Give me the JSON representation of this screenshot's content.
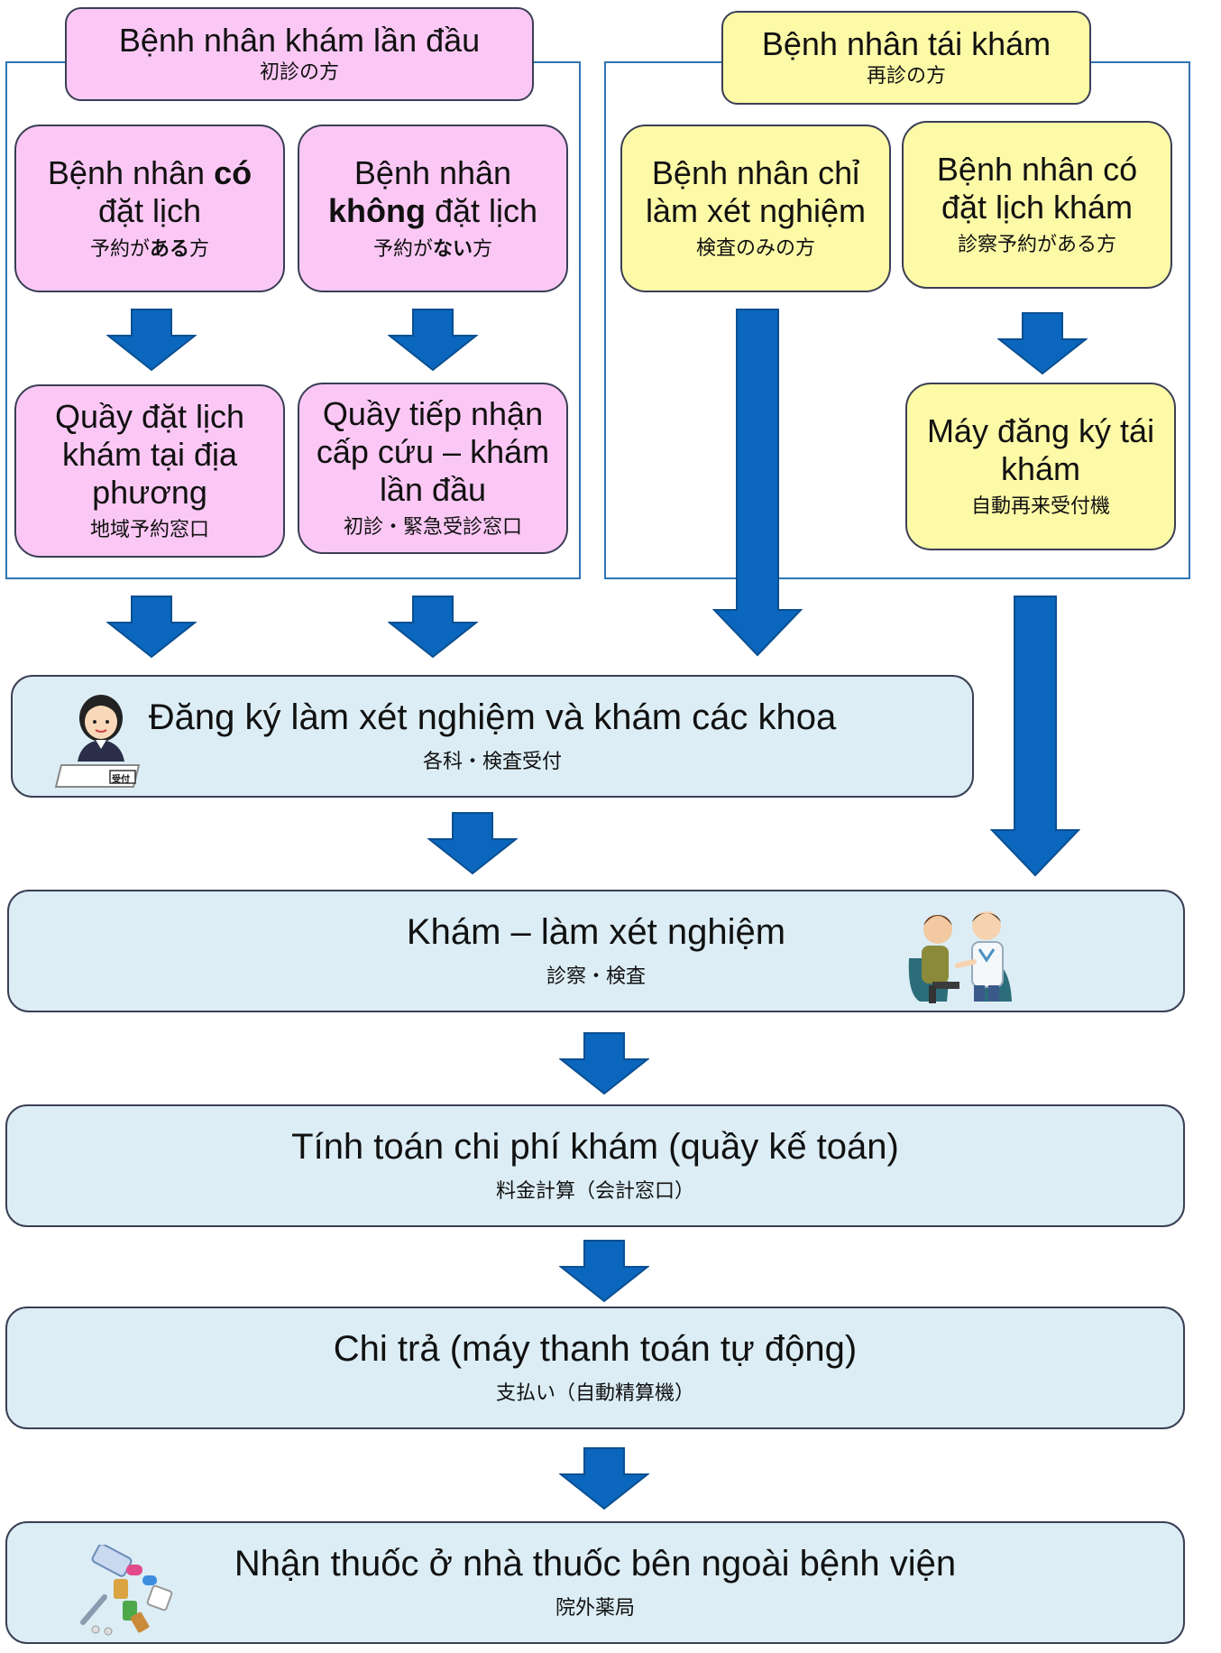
{
  "first_visit": {
    "title_vi": "Bệnh nhân khám lần đầu",
    "title_ja": "初診の方",
    "with_booking": {
      "pre": "Bệnh nhân ",
      "bold": "có",
      "post": " đặt lịch",
      "ja_pre": "予約が",
      "ja_bold": "ある",
      "ja_post": "方"
    },
    "without_booking": {
      "pre": "Bệnh nhân ",
      "bold": "không",
      "post": " đặt lịch",
      "ja_pre": "予約が",
      "ja_bold": "ない",
      "ja_post": "方"
    },
    "local_booking_desk": {
      "vi": "Quầy đặt lịch khám tại địa phương",
      "ja": "地域予約窓口"
    },
    "emergency_desk": {
      "vi": "Quầy tiếp nhận cấp cứu – khám lần đầu",
      "ja": "初診・緊急受診窓口"
    }
  },
  "return_visit": {
    "title_vi": "Bệnh nhân tái khám",
    "title_ja": "再診の方",
    "tests_only": {
      "vi": "Bệnh nhân chỉ làm xét nghiệm",
      "ja": "検査のみの方"
    },
    "with_appointment": {
      "vi": "Bệnh nhân có đặt lịch khám",
      "ja": "診察予約がある方"
    },
    "kiosk": {
      "vi": "Máy đăng ký tái khám",
      "ja": "自動再来受付機"
    }
  },
  "steps": {
    "registration": {
      "vi": "Đăng ký làm xét nghiệm và khám các khoa",
      "ja": "各科・検査受付",
      "icon_label": "受付"
    },
    "exam": {
      "vi": "Khám – làm xét nghiệm",
      "ja": "診察・検査"
    },
    "billing": {
      "vi": "Tính toán chi phí khám (quầy kế toán)",
      "ja": "料金計算（会計窓口）"
    },
    "payment": {
      "vi": "Chi trả (máy thanh toán tự động)",
      "ja": "支払い（自動精算機）"
    },
    "pharmacy": {
      "vi": "Nhận thuốc ở nhà thuốc bên ngoài bệnh viện",
      "ja": "院外薬局"
    }
  },
  "colors": {
    "arrow": "#0b66bd",
    "frame": "#2e74b5",
    "pink": "#fbc8f5",
    "yellow": "#fdfaa7",
    "step": "#dcedf5"
  }
}
